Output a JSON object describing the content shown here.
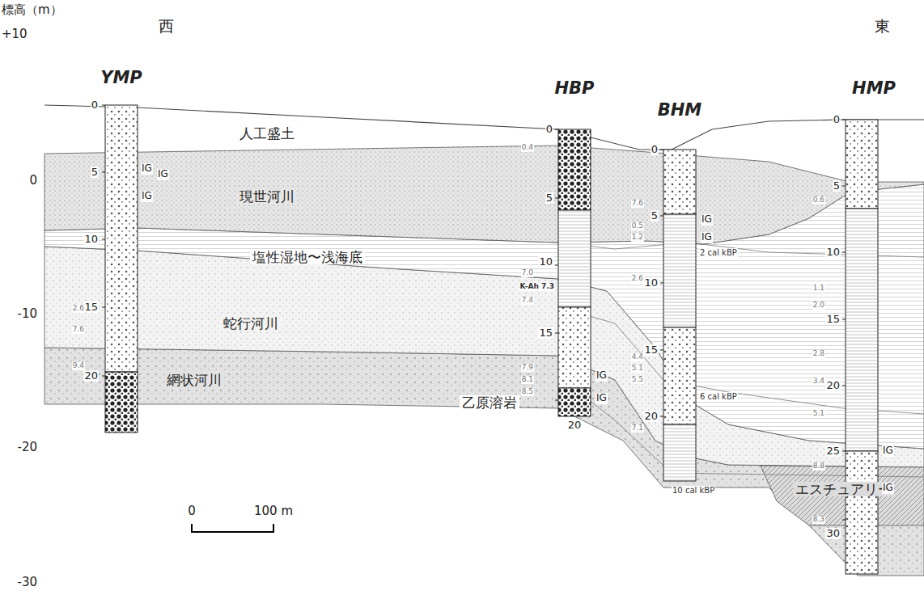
{
  "diagram": {
    "labels": [
      "標高（m）",
      "+10",
      "西",
      "東",
      "0",
      "-10",
      "-20",
      "-30",
      "YMP",
      "HBP",
      "BHM",
      "HMP",
      "人工盛土",
      "現世河川",
      "塩性湿地〜浅海底",
      "蛇行河川",
      "網状河川",
      "乙原溶岩",
      "エスチュアリー",
      "0",
      "5",
      "10",
      "15",
      "20",
      "IG",
      "IG",
      "IG",
      "0",
      "5",
      "10",
      "15",
      "20",
      "IG",
      "IG",
      "K-Ah 7.3",
      "0",
      "5",
      "10",
      "15",
      "20",
      "IG",
      "IG",
      "2 cal kBP",
      "6 cal kBP",
      "10 cal kBP",
      "0",
      "5",
      "10",
      "15",
      "20",
      "25",
      "30",
      "IG",
      "IG",
      "0",
      "100 m",
      "0.4",
      "7.0",
      "7.4",
      "7.9",
      "8.1",
      "8.5",
      "7.6",
      "0.5",
      "1.2",
      "2.6",
      "4.4",
      "5.1",
      "5.5",
      "7.1",
      "0.6",
      "1.1",
      "2.0",
      "2.8",
      "3.4",
      "5.1",
      "8.8",
      "8.3",
      "2.6",
      "7.6",
      "9.4"
    ]
  }
}
